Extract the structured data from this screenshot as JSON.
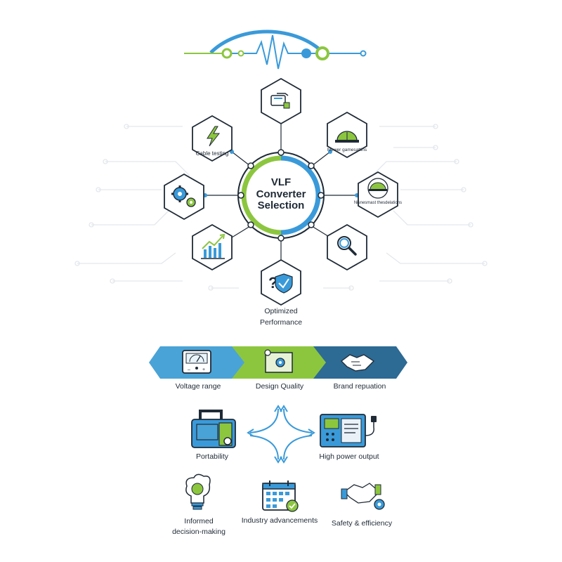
{
  "center": {
    "line1": "VLF",
    "line2": "Converter",
    "line3": "Selection"
  },
  "hex_nodes": [
    {
      "name": "cable-testing-hex",
      "icon": "lightning-icon",
      "label": "Cable testing"
    },
    {
      "name": "top-connector-hex",
      "icon": "connector-icon",
      "label": ""
    },
    {
      "name": "safety-helmet-hex",
      "icon": "helmet-icon",
      "label": "Mewer gamesattins"
    },
    {
      "name": "assessment-hex",
      "icon": "helmet-badge-icon",
      "label": "Nisnesmast thesdelations"
    },
    {
      "name": "gears-hex",
      "icon": "gears-icon",
      "label": ""
    },
    {
      "name": "growth-chart-hex",
      "icon": "growth-chart-icon",
      "label": ""
    },
    {
      "name": "search-hex",
      "icon": "magnifier-icon",
      "label": ""
    },
    {
      "name": "optimized-hex",
      "icon": "shield-question-icon",
      "label": ""
    }
  ],
  "optimized": {
    "line1": "Optimized",
    "line2": "Performance"
  },
  "banner": [
    {
      "label": "Voltage range",
      "icon": "voltmeter-icon",
      "color": "#4aa3d6"
    },
    {
      "label": "Design Quality",
      "icon": "blueprint-gear-icon",
      "color": "#8cc63f"
    },
    {
      "label": "Brand repuation",
      "icon": "handshake-icon",
      "color": "#2d6a94"
    }
  ],
  "features": {
    "portability": "Portability",
    "high_power": "High power output",
    "informed_line1": "Informed",
    "informed_line2": "decision-making",
    "industry": "Industry advancements",
    "safety": "Safety & efficiency"
  },
  "colors": {
    "blue": "#3a9ad9",
    "green": "#8cc63f",
    "navy": "#1f2a36",
    "dark_blue": "#2d6a94"
  }
}
